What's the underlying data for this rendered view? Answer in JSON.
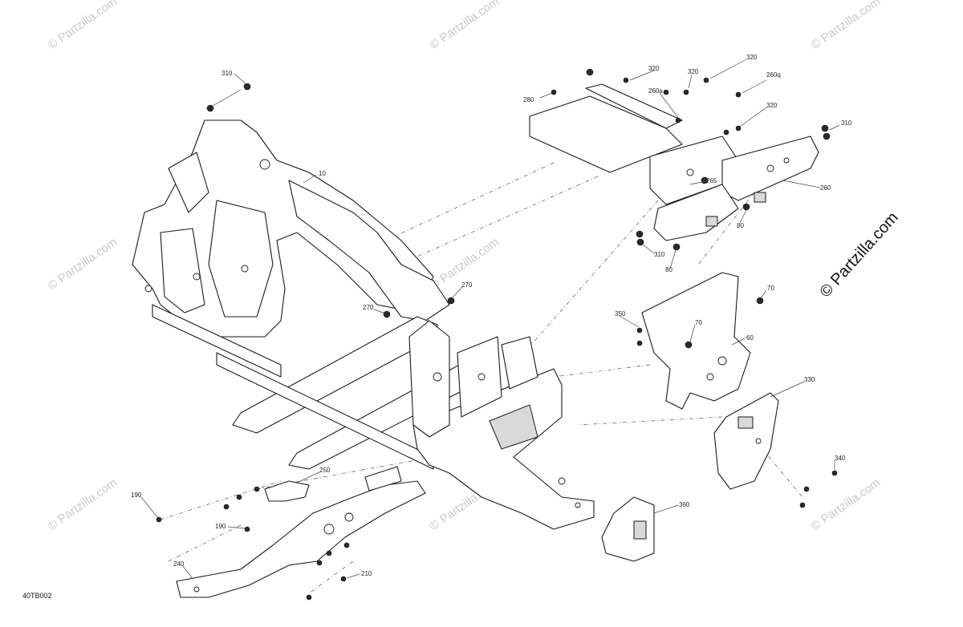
{
  "diagram": {
    "drawing_code": "40TB002",
    "copyright_text": "© Partzilla.com",
    "watermark_text": "© Partzilla.com",
    "callouts": {
      "c310a": "310",
      "c10": "10",
      "c280": "280",
      "c320a": "320",
      "c320b": "320",
      "c320c": "320",
      "c320d": "320",
      "c260a": "260a",
      "c260q": "260q",
      "c310b": "310",
      "c265": "265",
      "c260": "260",
      "c80a": "80",
      "c310c": "310",
      "c80b": "80",
      "c270a": "270",
      "c270b": "270",
      "c70a": "70",
      "c350": "350",
      "c70b": "70",
      "c60": "60",
      "c330": "330",
      "c340": "340",
      "c250": "250",
      "c190a": "190",
      "c190b": "190",
      "c360": "360",
      "c240": "240",
      "c210": "210"
    }
  }
}
